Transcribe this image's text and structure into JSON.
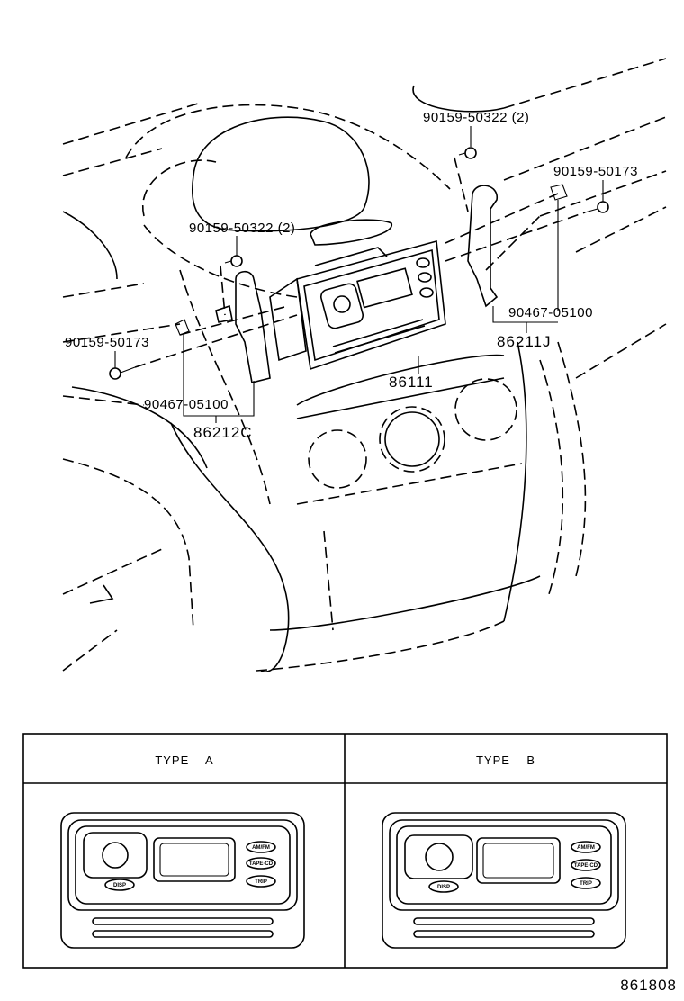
{
  "diagram": {
    "parts": [
      {
        "label": "90159-50322 (2)"
      },
      {
        "label": "90159-50173"
      },
      {
        "label": "90159-50322 (2)"
      },
      {
        "label": "90159-50173"
      },
      {
        "label": "90467-05100"
      },
      {
        "label": "86211J"
      },
      {
        "label": "86111"
      },
      {
        "label": "90467-05100"
      },
      {
        "label": "86212C"
      }
    ],
    "types": [
      {
        "title": "TYPE    A",
        "buttons": [
          "AM/FM",
          "TAPE·CD",
          "TRIP",
          "DISP"
        ]
      },
      {
        "title": "TYPE    B",
        "buttons": [
          "AM/FM",
          "TAPE·CD",
          "TRIP",
          "DISP"
        ]
      }
    ],
    "figure_number": "861808"
  }
}
